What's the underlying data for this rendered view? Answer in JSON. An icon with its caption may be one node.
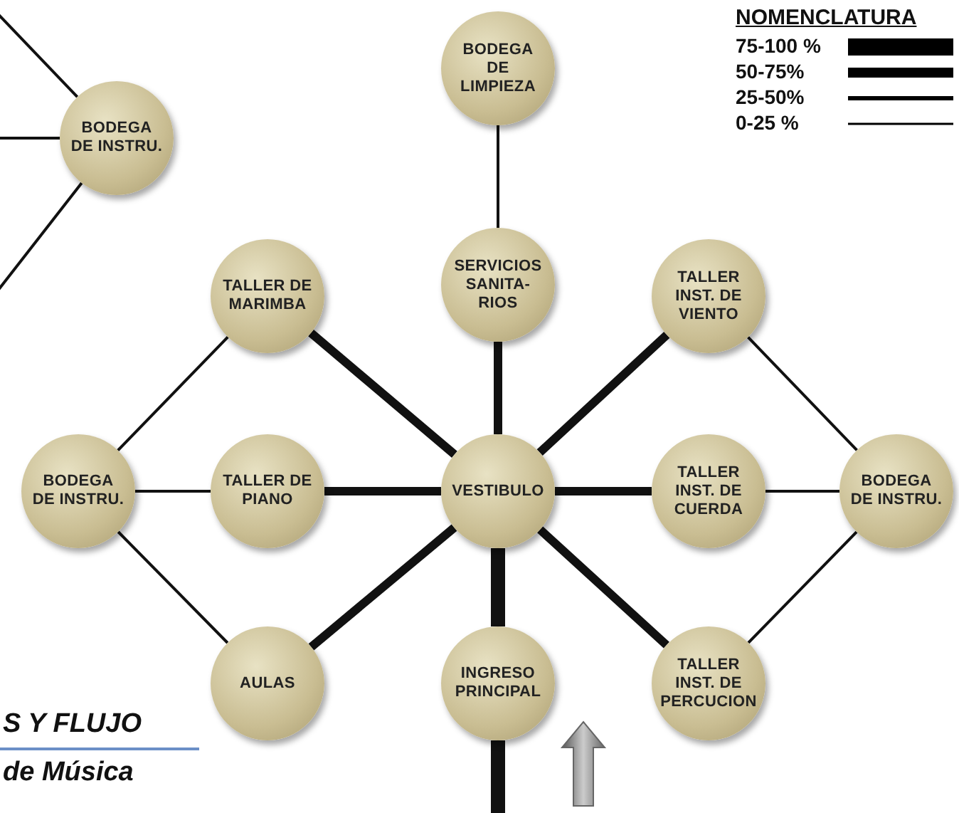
{
  "diagram": {
    "nodes": [
      {
        "text": [
          "BODEGA DE INSTRU."
        ]
      },
      {
        "text": [
          "BODEGA DE LIMPIEZA"
        ]
      },
      {
        "text": [
          "TALLER DE MARIMBA"
        ]
      },
      {
        "text": [
          "SERVICIOS SANITA-RIOS"
        ]
      },
      {
        "text": [
          "TALLER INST. DE VIENTO"
        ]
      },
      {
        "text": [
          "BODEGA DE INSTRU."
        ]
      },
      {
        "text": [
          "TALLER DE PIANO"
        ]
      },
      {
        "text": [
          "VESTIBULO"
        ]
      },
      {
        "text": [
          "TALLER INST. DE CUERDA"
        ]
      },
      {
        "text": [
          "BODEGA DE INSTRU."
        ]
      },
      {
        "text": [
          "AULAS"
        ]
      },
      {
        "text": [
          "INGRESO PRINCIPAL"
        ]
      },
      {
        "text": [
          "TALLER INST. DE PERCUCION"
        ]
      }
    ],
    "edges": [
      {
        "from": 0,
        "to": null,
        "arrow": "none"
      },
      {
        "from": 0,
        "to": null,
        "arrow": "none"
      },
      {
        "from": 0,
        "to": null,
        "arrow": "none"
      },
      {
        "from": 1,
        "to": 3,
        "arrow": "none"
      },
      {
        "from": 3,
        "to": 7,
        "arrow": "none",
        "style": "thick"
      },
      {
        "from": 2,
        "to": 7,
        "arrow": "none",
        "style": "thick"
      },
      {
        "from": 4,
        "to": 7,
        "arrow": "none",
        "style": "thick"
      },
      {
        "from": 6,
        "to": 7,
        "arrow": "none",
        "style": "thick"
      },
      {
        "from": 7,
        "to": 8,
        "arrow": "none",
        "style": "thick"
      },
      {
        "from": 10,
        "to": 7,
        "arrow": "none",
        "style": "thick"
      },
      {
        "from": 7,
        "to": 12,
        "arrow": "none",
        "style": "thick"
      },
      {
        "from": 11,
        "to": 7,
        "arrow": "none",
        "style": "thick"
      },
      {
        "from": 11,
        "to": null,
        "arrow": "none",
        "style": "thick"
      },
      {
        "from": 5,
        "to": 2,
        "arrow": "none"
      },
      {
        "from": 5,
        "to": 6,
        "arrow": "none"
      },
      {
        "from": 5,
        "to": 10,
        "arrow": "none"
      },
      {
        "from": 4,
        "to": 9,
        "arrow": "none"
      },
      {
        "from": 8,
        "to": 9,
        "arrow": "none"
      },
      {
        "from": 12,
        "to": 9,
        "arrow": "none"
      }
    ],
    "labels": [
      "NOMENCLATURA",
      "S Y FLUJO",
      "de Música"
    ],
    "legend": [
      {
        "text": "75-100 %"
      },
      {
        "text": "50-75%"
      },
      {
        "text": "25-50%"
      },
      {
        "text": "0-25 %"
      }
    ]
  }
}
